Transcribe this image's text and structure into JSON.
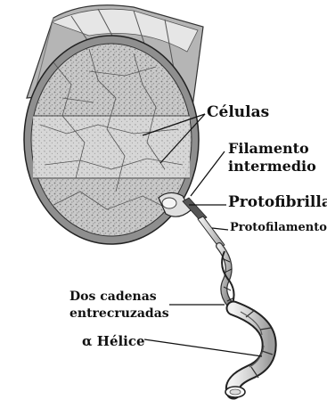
{
  "labels": {
    "cells": "Células",
    "intermediate_filament_line1": "Filamento",
    "intermediate_filament_line2": "intermedio",
    "protofibril": "Protofibrilla",
    "protofilament": "Protofilamento",
    "two_chains_line1": "Dos cadenas",
    "two_chains_line2": "entrecruzadas",
    "alpha_helix": "α Hélice"
  }
}
